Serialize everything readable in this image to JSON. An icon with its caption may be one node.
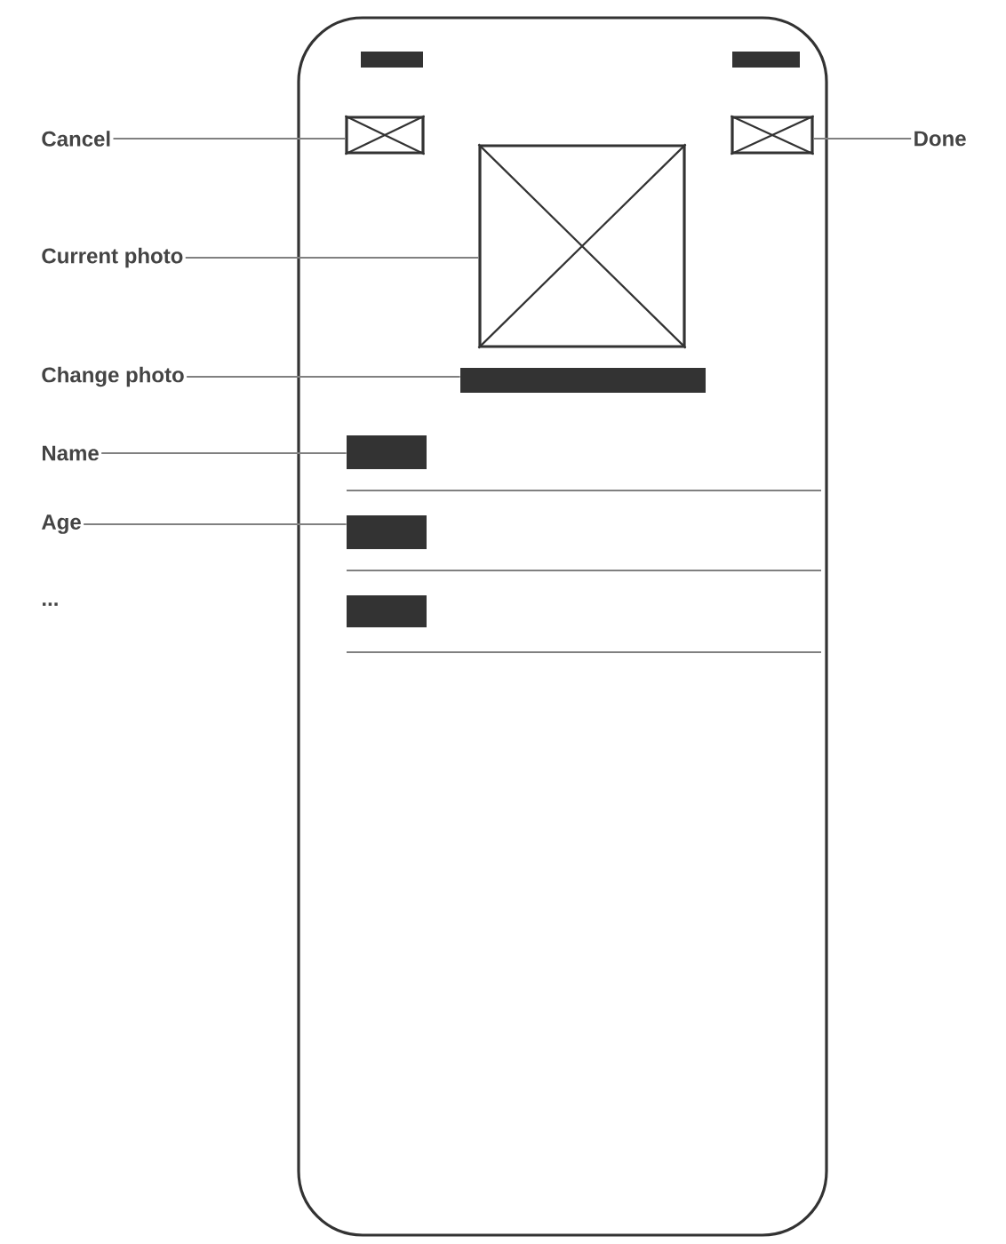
{
  "diagram": {
    "nodes": [
      {
        "text": [
          "Cancel"
        ]
      },
      {
        "text": [],
        "shape": "box"
      },
      {
        "text": [],
        "shape": "box"
      },
      {
        "text": [
          "Done"
        ]
      },
      {
        "text": [
          "Current photo"
        ]
      },
      {
        "text": [],
        "shape": "box"
      },
      {
        "text": [
          "Change photo"
        ]
      },
      {
        "text": [],
        "shape": "bar"
      },
      {
        "text": [
          "Name"
        ]
      },
      {
        "text": [],
        "shape": "bar"
      },
      {
        "text": [
          "Age"
        ]
      },
      {
        "text": [],
        "shape": "bar"
      },
      {
        "text": [],
        "shape": "bar"
      }
    ],
    "edges": [
      {
        "from": 0,
        "to": 1,
        "arrow": "none"
      },
      {
        "from": 3,
        "to": 2,
        "arrow": "none"
      },
      {
        "from": 4,
        "to": 5,
        "arrow": "none"
      },
      {
        "from": 6,
        "to": 7,
        "arrow": "none"
      },
      {
        "from": 8,
        "to": 9,
        "arrow": "none"
      },
      {
        "from": 10,
        "to": 11,
        "arrow": "none"
      }
    ],
    "labels": [
      "..."
    ]
  }
}
